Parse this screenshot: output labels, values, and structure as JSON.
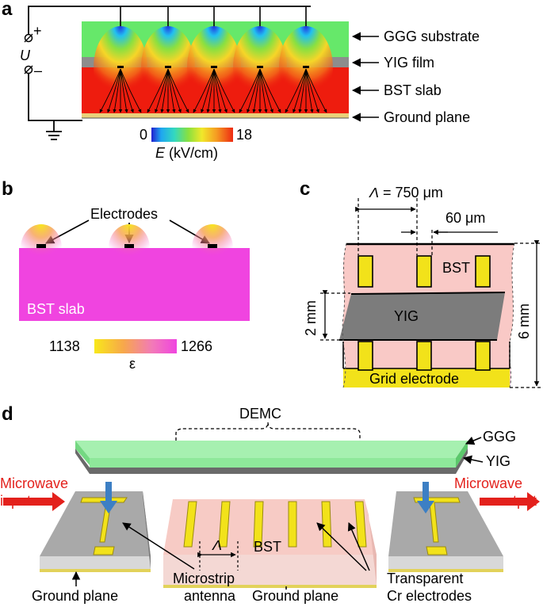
{
  "panel_a": {
    "letter": "a",
    "voltage_plus": "+",
    "voltage_symbol": "U",
    "voltage_minus": "–",
    "labels": [
      "GGG substrate",
      "YIG film",
      "BST slab",
      "Ground plane"
    ],
    "colorbar": {
      "min": "0",
      "max": "18",
      "unit_symbol": "E",
      "unit": " (kV/cm)"
    },
    "colors": {
      "ggg": "#66e86a",
      "yig": "#8d8d8d",
      "bst": "#ee1c0e",
      "ground": "#e9d07a"
    }
  },
  "panel_b": {
    "letter": "b",
    "electrodes_label": "Electrodes",
    "slab_label": "BST slab",
    "colorbar": {
      "min": "1138",
      "max": "1266",
      "symbol": "ε"
    },
    "colors": {
      "slab": "#f044e0",
      "low": "#f8e81a"
    }
  },
  "panel_c": {
    "letter": "c",
    "period_label": "Λ = 750 μm",
    "width_label": "60 μm",
    "bst_label": "BST",
    "yig_label": "YIG",
    "yig_thickness": "2 mm",
    "total_thickness": "6 mm",
    "electrode_label": "Grid electrode",
    "colors": {
      "bst": "#f9c9c6",
      "yig": "#7c7c7c",
      "electrode": "#f2e21a"
    }
  },
  "panel_d": {
    "letter": "d",
    "demc_label": "DEMC",
    "ggg_label": "GGG",
    "yig_label": "YIG",
    "input_label": [
      "Microwave",
      "input"
    ],
    "output_label": [
      "Microwave",
      "output"
    ],
    "bst_label": "BST",
    "period_symbol": "Λ",
    "ground_left": "Ground plane",
    "antenna_label": [
      "Microstrip",
      "antenna"
    ],
    "ground_mid": "Ground plane",
    "electrodes_label": [
      "Transparent",
      "Cr electrodes"
    ],
    "colors": {
      "ggg": "#8ee89a",
      "bst": "#f7cbc5",
      "arrow_red": "#e3211c",
      "arrow_blue": "#3c7fc4"
    }
  }
}
